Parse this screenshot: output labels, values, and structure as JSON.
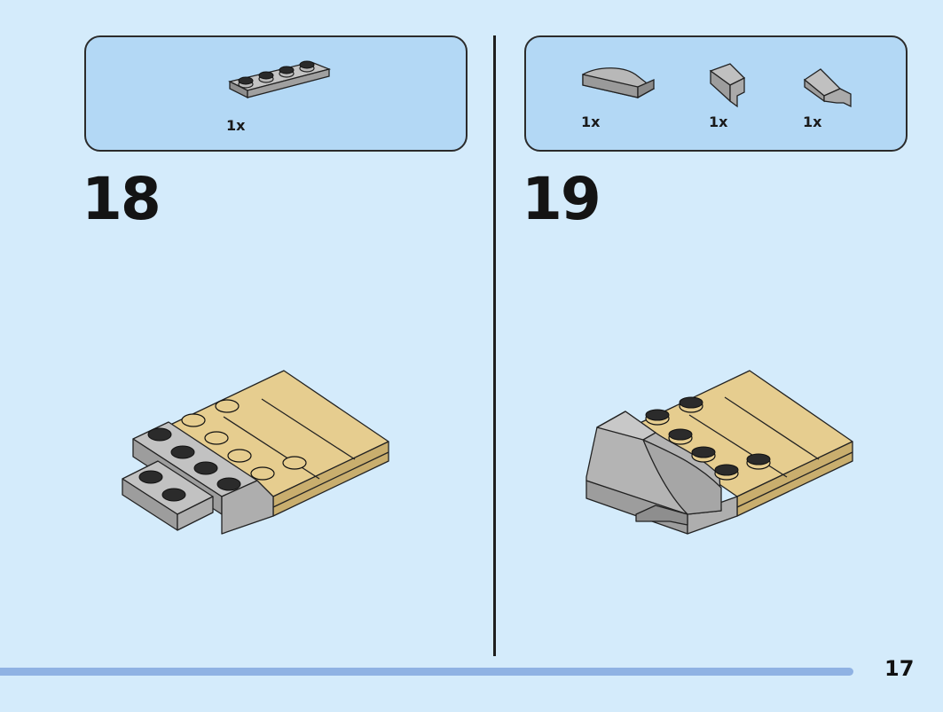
{
  "steps": [
    {
      "number": "18",
      "parts": [
        {
          "qty": "1x",
          "name": "plate-1x4",
          "color": "#a8a8a8"
        }
      ]
    },
    {
      "number": "19",
      "parts": [
        {
          "qty": "1x",
          "name": "curved-slope-2x2",
          "color": "#a8a8a8"
        },
        {
          "qty": "1x",
          "name": "wedge-slope-left",
          "color": "#a8a8a8"
        },
        {
          "qty": "1x",
          "name": "wedge-slope-right",
          "color": "#a8a8a8"
        }
      ]
    }
  ],
  "page": {
    "number": "17",
    "progress": 0.905
  },
  "colors": {
    "background": "#d4ebfb",
    "parts_box": "#b3d8f5",
    "gray": "#a8a8a8",
    "tan": "#e3c98b",
    "progress": "#8fb2e3"
  }
}
